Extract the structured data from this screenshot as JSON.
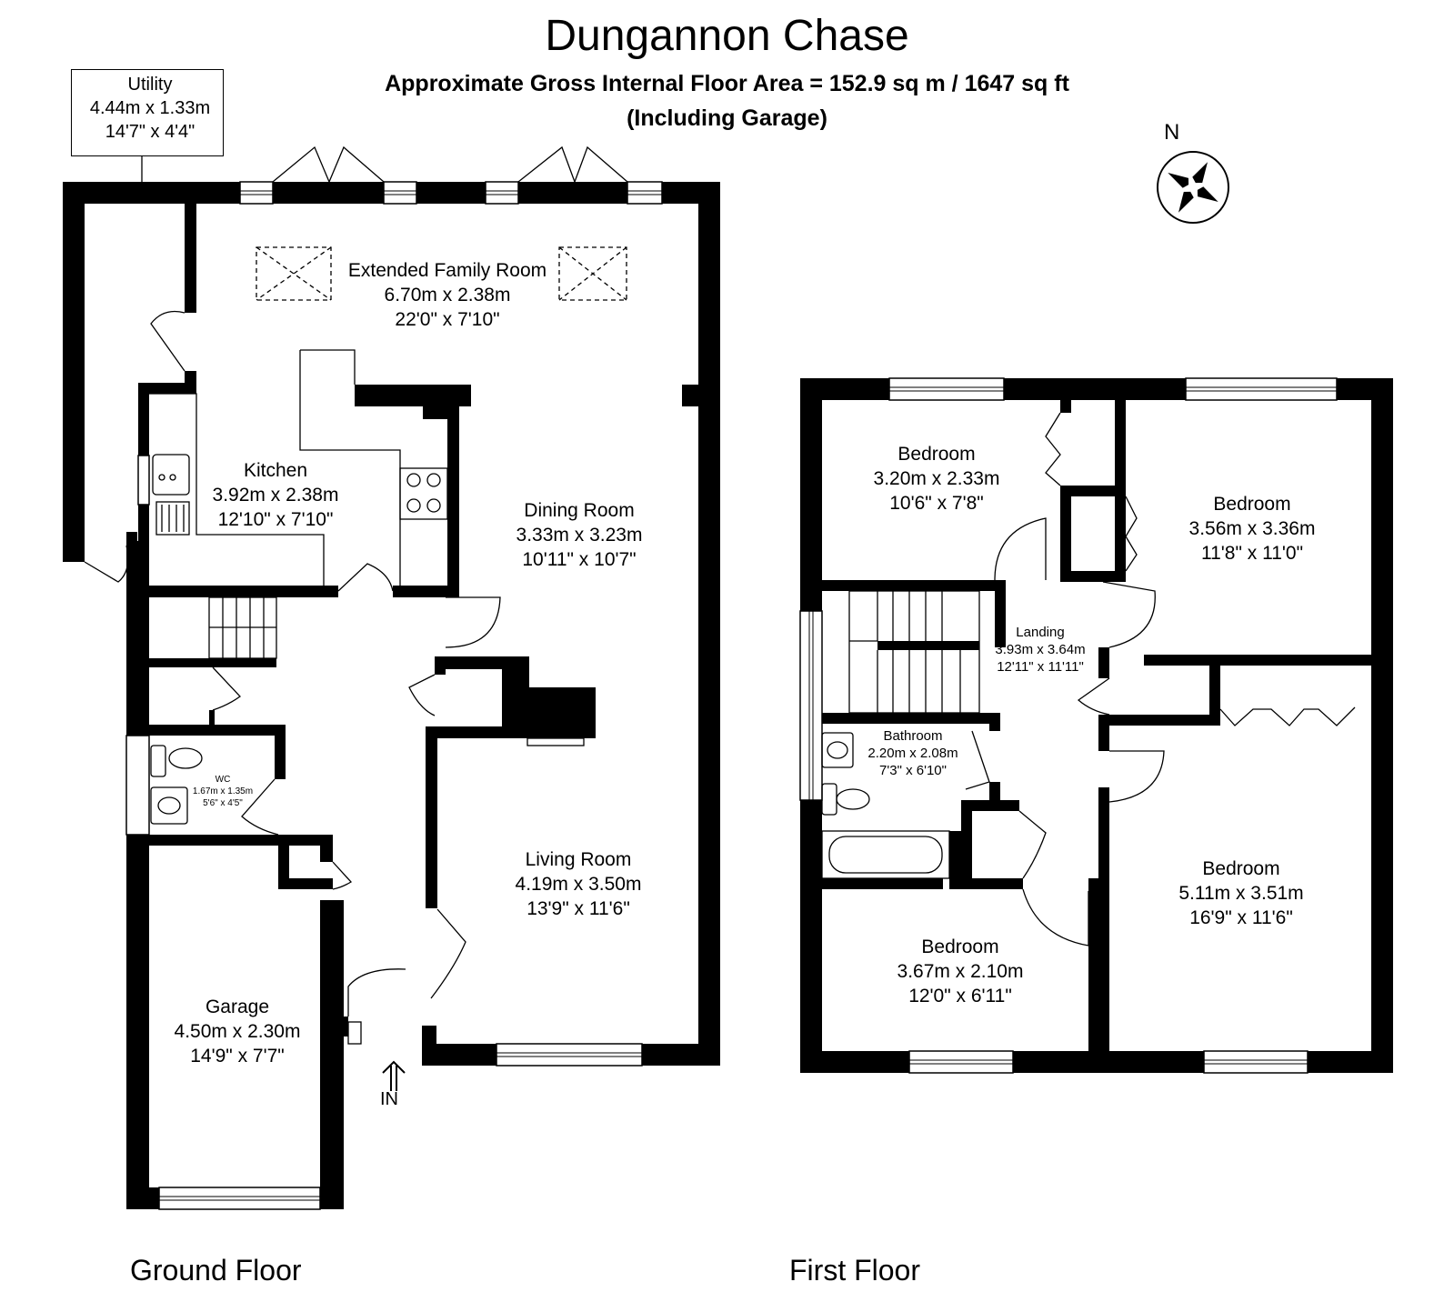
{
  "title": "Dungannon Chase",
  "area_line": "Approximate Gross Internal Floor Area  = 152.9 sq m  / 1647 sq ft",
  "area_note": "(Including Garage)",
  "compass": {
    "label": "N"
  },
  "entrance_label": "IN",
  "floors": {
    "ground": "Ground Floor",
    "first": "First Floor"
  },
  "rooms": {
    "utility": {
      "name": "Utility",
      "metric": "4.44m x 1.33m",
      "imperial": "14'7\" x 4'4\""
    },
    "family": {
      "name": "Extended Family Room",
      "metric": "6.70m x 2.38m",
      "imperial": "22'0\" x 7'10\""
    },
    "kitchen": {
      "name": "Kitchen",
      "metric": "3.92m x 2.38m",
      "imperial": "12'10\" x 7'10\""
    },
    "dining": {
      "name": "Dining Room",
      "metric": "3.33m x 3.23m",
      "imperial": "10'11\" x 10'7\""
    },
    "living": {
      "name": "Living Room",
      "metric": "4.19m x 3.50m",
      "imperial": "13'9\" x 11'6\""
    },
    "wc": {
      "name": "WC",
      "metric": "1.67m x 1.35m",
      "imperial": "5'6\" x 4'5\""
    },
    "garage": {
      "name": "Garage",
      "metric": "4.50m x 2.30m",
      "imperial": "14'9\" x 7'7\""
    },
    "bed1": {
      "name": "Bedroom",
      "metric": "3.20m x 2.33m",
      "imperial": "10'6\" x 7'8\""
    },
    "bed2": {
      "name": "Bedroom",
      "metric": "3.56m x 3.36m",
      "imperial": "11'8\" x 11'0\""
    },
    "landing": {
      "name": "Landing",
      "metric": "3.93m x 3.64m",
      "imperial": "12'11\" x 11'11\""
    },
    "bathroom": {
      "name": "Bathroom",
      "metric": "2.20m x 2.08m",
      "imperial": "7'3\" x 6'10\""
    },
    "bed3": {
      "name": "Bedroom",
      "metric": "5.11m x 3.51m",
      "imperial": "16'9\" x 11'6\""
    },
    "bed4": {
      "name": "Bedroom",
      "metric": "3.67m x 2.10m",
      "imperial": "12'0\" x 6'11\""
    }
  }
}
